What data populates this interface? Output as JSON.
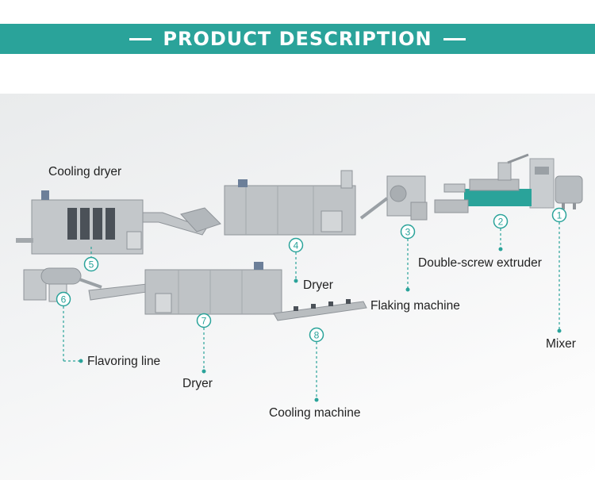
{
  "banner": {
    "title": "PRODUCT DESCRIPTION"
  },
  "colors": {
    "accent": "#2aa39a",
    "machine": "#b9bdc0",
    "machine_dark": "#8f9499"
  },
  "steps": [
    {
      "num": "1",
      "label": "Mixer"
    },
    {
      "num": "2",
      "label": "Double-screw extruder"
    },
    {
      "num": "3",
      "label": "Flaking machine"
    },
    {
      "num": "4",
      "label": "Dryer"
    },
    {
      "num": "5",
      "label": "Cooling dryer"
    },
    {
      "num": "6",
      "label": "Flavoring line"
    },
    {
      "num": "7",
      "label": "Dryer"
    },
    {
      "num": "8",
      "label": "Cooling machine"
    }
  ]
}
